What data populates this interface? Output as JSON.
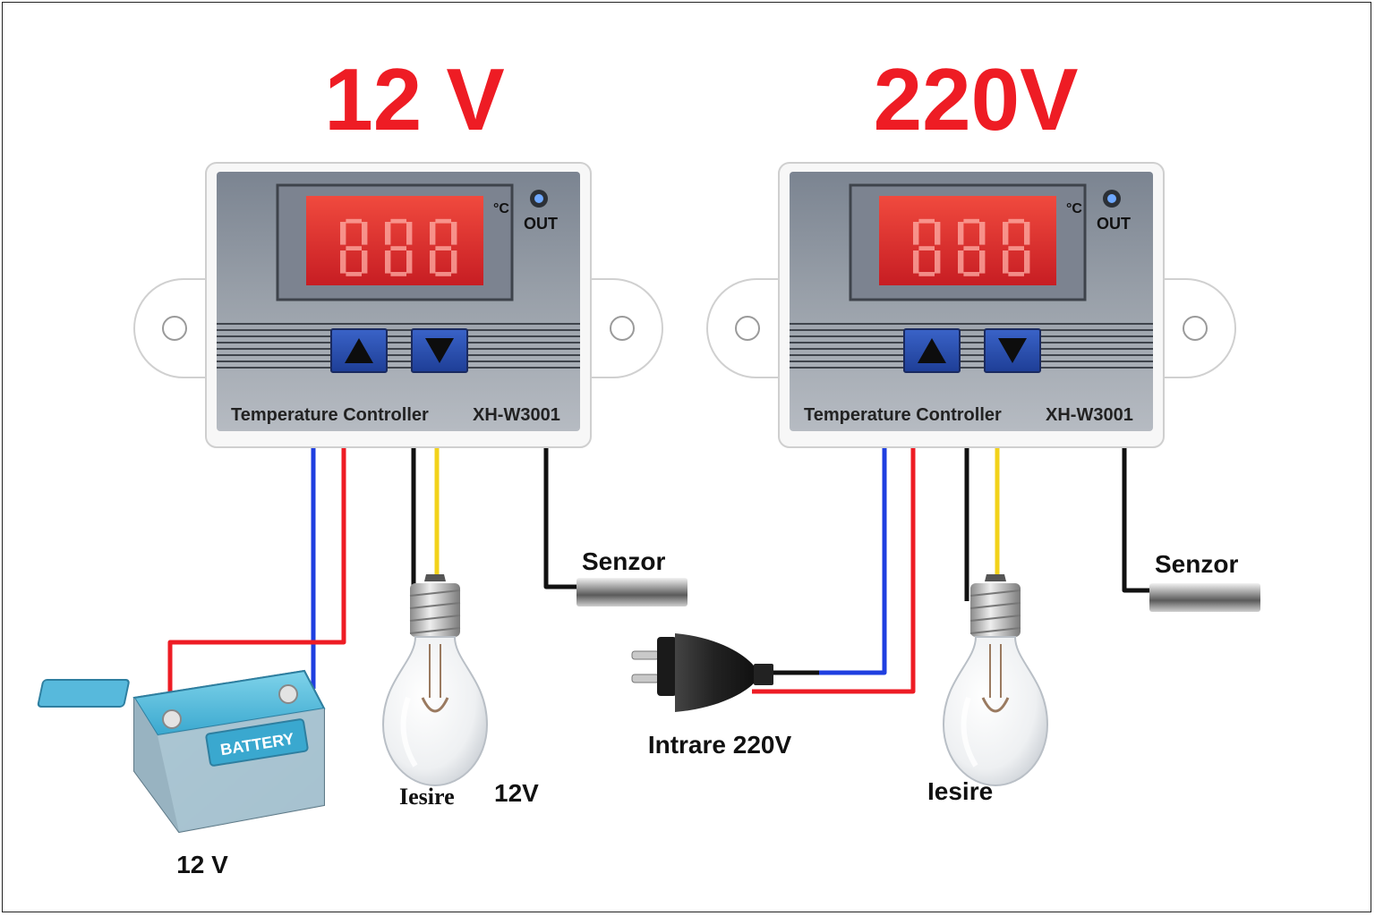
{
  "titles": {
    "left": "12 V",
    "right": "220V"
  },
  "controller": {
    "brand_label": "Temperature Controller",
    "model": "XH-W3001",
    "unit": "°C",
    "out_label": "OUT",
    "up_icon": "triangle-up-icon",
    "down_icon": "triangle-down-icon"
  },
  "labels": {
    "sensor_left": "Senzor",
    "sensor_right": "Senzor",
    "battery": "BATTERY",
    "battery_voltage": "12 V",
    "output_left_word": "Iesire",
    "output_left_volt": "12V",
    "input_220": "Intrare 220V",
    "output_right": "Iesire"
  },
  "colors": {
    "title_red": "#ee1c24",
    "wire_blue": "#1f3fe0",
    "wire_red": "#ee1c24",
    "wire_black": "#111111",
    "wire_yellow": "#f2d21a",
    "display_red": "#e8262a",
    "button_blue": "#2a4fb0"
  }
}
